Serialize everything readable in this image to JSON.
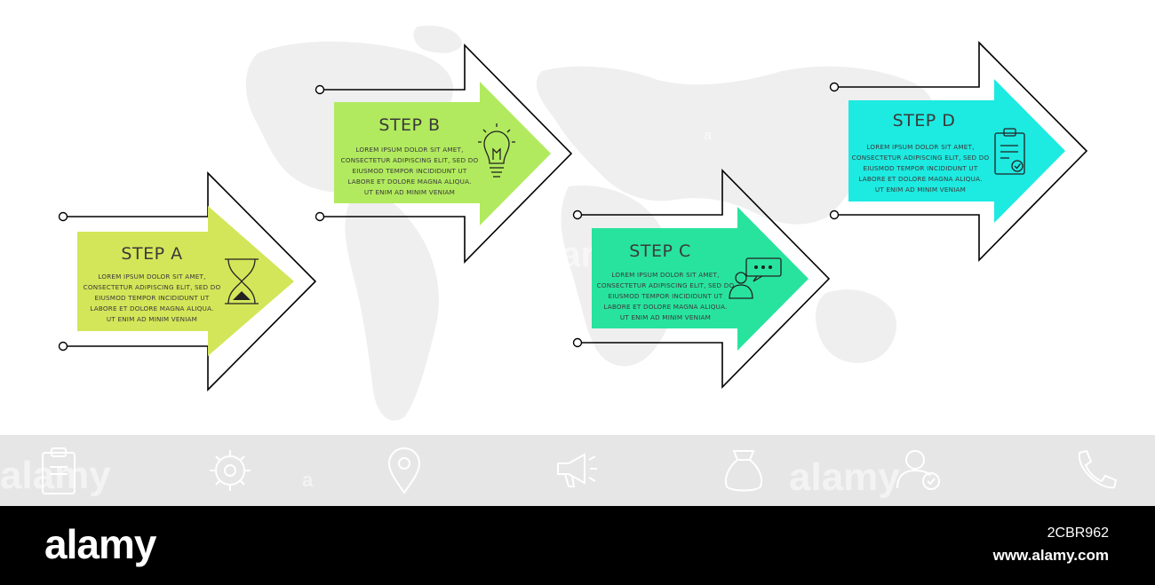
{
  "steps": [
    {
      "title": "STEP A",
      "color": "#d3e659",
      "icon": "hourglass-icon",
      "lines": [
        "LOREM IPSUM DOLOR SIT AMET,",
        "CONSECTETUR ADIPISCING ELIT, SED DO",
        "EIUSMOD TEMPOR INCIDIDUNT UT",
        "LABORE ET DOLORE MAGNA ALIQUA.",
        "UT ENIM AD MINIM VENIAM"
      ]
    },
    {
      "title": "STEP B",
      "color": "#b1ea5e",
      "icon": "lightbulb-icon",
      "lines": [
        "LOREM IPSUM DOLOR SIT AMET,",
        "CONSECTETUR ADIPISCING ELIT, SED DO",
        "EIUSMOD TEMPOR INCIDIDUNT UT",
        "LABORE ET DOLORE MAGNA ALIQUA.",
        "UT ENIM AD MINIM VENIAM"
      ]
    },
    {
      "title": "STEP C",
      "color": "#28e39e",
      "icon": "chat-user-icon",
      "lines": [
        "LOREM IPSUM DOLOR SIT AMET,",
        "CONSECTETUR ADIPISCING ELIT, SED DO",
        "EIUSMOD TEMPOR INCIDIDUNT UT",
        "LABORE ET DOLORE MAGNA ALIQUA.",
        "UT ENIM AD MINIM VENIAM"
      ]
    },
    {
      "title": "STEP D",
      "color": "#1deae1",
      "icon": "clipboard-check-icon",
      "lines": [
        "LOREM IPSUM DOLOR SIT AMET,",
        "CONSECTETUR ADIPISCING ELIT, SED DO",
        "EIUSMOD TEMPOR INCIDIDUNT UT",
        "LABORE ET DOLORE MAGNA ALIQUA.",
        "UT ENIM AD MINIM VENIAM"
      ]
    }
  ],
  "icon_strip": [
    "clipboard-icon",
    "gear-icon",
    "location-pin-icon",
    "megaphone-icon",
    "money-bag-icon",
    "user-check-icon",
    "phone-icon"
  ],
  "watermark": "alamy",
  "footer": {
    "logo": "alamy",
    "image_id": "2CBR962",
    "url": "www.alamy.com"
  },
  "colors": {
    "outline": "#000000",
    "map": "#efefef",
    "strip": "#e6e6e6",
    "text": "#3a3a3a"
  }
}
